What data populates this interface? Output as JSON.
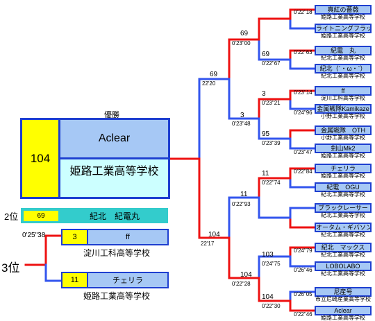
{
  "winner": {
    "heading": "優勝",
    "score": "104",
    "team": "Aclear",
    "school": "姫路工業高等学校"
  },
  "second": {
    "place": "2位",
    "score": "69",
    "team": "紀北　紀電丸"
  },
  "third": {
    "place": "3位",
    "time": "0'25\"38",
    "team1": {
      "score": "3",
      "team": "ff",
      "school": "淀川工科高等学校"
    },
    "team2": {
      "score": "11",
      "team": "チェリラ",
      "school": "姫路工業高等学校"
    }
  },
  "teams": [
    {
      "name": "真紅の薔薇",
      "school": "姫路工業高等学校",
      "time": "0'22\"18"
    },
    {
      "name": "ライトニングフラッシュ",
      "school": "姫路工業高等学校",
      "time": ""
    },
    {
      "name": "紀電　丸",
      "school": "紀北工業高等学校",
      "time": "0'22\"63"
    },
    {
      "name": "紀北（´・ω・`）",
      "school": "紀北工業高等学校",
      "time": ""
    },
    {
      "name": "ff",
      "school": "淀川工科高等学校",
      "time": "0'23\"14"
    },
    {
      "name": "金属戦隊Kamikaze",
      "school": "小野工業高等学校",
      "time": "0'24\"96"
    },
    {
      "name": "金属戦隊　OTH",
      "school": "小野工業高等学校",
      "time": ""
    },
    {
      "name": "剣山Mk2",
      "school": "姫路工業高等学校",
      "time": "0'23\"47"
    },
    {
      "name": "チェリラ",
      "school": "姫路工業高等学校",
      "time": "0'22\"84"
    },
    {
      "name": "紀電　OGU",
      "school": "紀北工業高等学校",
      "time": ""
    },
    {
      "name": "ブラックレーサー",
      "school": "紀北工業高等学校",
      "time": ""
    },
    {
      "name": "オータム・ギバソン",
      "school": "紀北工業高等学校",
      "time": ""
    },
    {
      "name": "紀北　マックス",
      "school": "紀北工業高等学校",
      "time": "0'24\"79"
    },
    {
      "name": "LOBOLABO",
      "school": "紀北工業高等学校",
      "time": "0'26\"46"
    },
    {
      "name": "尼産号",
      "school": "市立尼崎産業高等学校",
      "time": "0'26\"05"
    },
    {
      "name": "Aclear",
      "school": "姫路工業高等学校",
      "time": "0'22\"46"
    }
  ],
  "r1": [
    {
      "score": "69",
      "time": "0'22\"67"
    },
    {
      "score": "3",
      "time": "0'23\"21"
    },
    {
      "score": "95",
      "time": "0'23\"39"
    },
    {
      "score": "11",
      "time": "0'22\"74"
    },
    {
      "score": "103",
      "time": "0'24\"75"
    },
    {
      "score": "104",
      "time": "0'22\"30"
    }
  ],
  "r2": [
    {
      "score": "69",
      "time": "0'23\"00"
    },
    {
      "score": "3",
      "time": "0'23\"48"
    },
    {
      "score": "11",
      "time": "0'22\"93"
    },
    {
      "score": "104",
      "time": "0'22\"28"
    }
  ],
  "semi": [
    {
      "score": "69",
      "time": "22'20"
    },
    {
      "score": "104",
      "time": "22'17"
    }
  ],
  "colors": {
    "winLine": "#ee1111",
    "loseLine": "#3355ee",
    "box": "#a6c8f5",
    "highlight": "#ffff00",
    "second": "#33cccc"
  }
}
